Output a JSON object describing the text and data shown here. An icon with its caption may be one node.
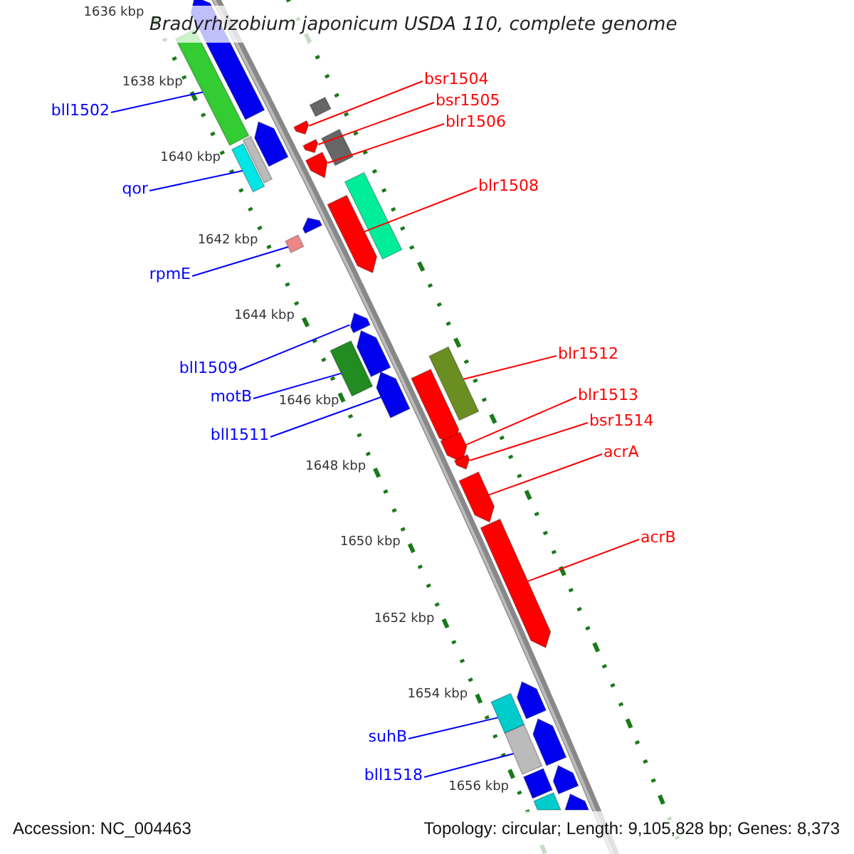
{
  "diagram": {
    "title": "Bradyrhizobium japonicum USDA 110, complete genome",
    "nodes": [
      {
        "text": [
          "bll1502"
        ]
      },
      {
        "text": [
          "qor"
        ]
      },
      {
        "text": [
          "rpmE"
        ]
      },
      {
        "text": [
          "bll1509"
        ]
      },
      {
        "text": [
          "motB"
        ]
      },
      {
        "text": [
          "bll1511"
        ]
      },
      {
        "text": [
          "suhB"
        ]
      },
      {
        "text": [
          "bll1518"
        ]
      },
      {
        "text": [
          "bsr1504"
        ]
      },
      {
        "text": [
          "bsr1505"
        ]
      },
      {
        "text": [
          "blr1506"
        ]
      },
      {
        "text": [
          "blr1508"
        ]
      },
      {
        "text": [
          "blr1512"
        ]
      },
      {
        "text": [
          "blr1513"
        ]
      },
      {
        "text": [
          "bsr1514"
        ]
      },
      {
        "text": [
          "acrA"
        ]
      },
      {
        "text": [
          "acrB"
        ]
      },
      {
        "text": [],
        "shape": "arrow"
      },
      {
        "text": [],
        "shape": "box"
      },
      {
        "text": [],
        "shape": "arrow"
      },
      {
        "text": [],
        "shape": "box"
      },
      {
        "text": [],
        "shape": "box"
      },
      {
        "text": [],
        "shape": "box"
      },
      {
        "text": [],
        "shape": "arrow"
      },
      {
        "text": [],
        "shape": "arrow"
      },
      {
        "text": [],
        "shape": "box"
      },
      {
        "text": [],
        "shape": "arrow"
      },
      {
        "text": [],
        "shape": "box"
      },
      {
        "text": [],
        "shape": "arrow"
      },
      {
        "text": [],
        "shape": "arrow"
      },
      {
        "text": [],
        "shape": "box"
      },
      {
        "text": [],
        "shape": "arrow"
      },
      {
        "text": [],
        "shape": "arrow"
      },
      {
        "text": [],
        "shape": "box"
      },
      {
        "text": [],
        "shape": "arrow"
      },
      {
        "text": [],
        "shape": "box"
      },
      {
        "text": [],
        "shape": "arrow"
      },
      {
        "text": [],
        "shape": "arrow"
      },
      {
        "text": [],
        "shape": "arrow"
      },
      {
        "text": [],
        "shape": "arrow"
      },
      {
        "text": [],
        "shape": "arrow"
      },
      {
        "text": [],
        "shape": "arrow"
      },
      {
        "text": [],
        "shape": "box"
      },
      {
        "text": [],
        "shape": "arrow"
      },
      {
        "text": [],
        "shape": "box"
      },
      {
        "text": [],
        "shape": "arrow"
      },
      {
        "text": [],
        "shape": "box"
      },
      {
        "text": [],
        "shape": "arrow"
      },
      {
        "text": [],
        "shape": "box"
      }
    ],
    "edges": [
      {
        "from": 0,
        "to": 18,
        "arrow": "none",
        "color": "#0000ff"
      },
      {
        "from": 1,
        "to": 22,
        "arrow": "none",
        "color": "#0000ff"
      },
      {
        "from": 2,
        "to": 30,
        "arrow": "none",
        "color": "#0000ff"
      },
      {
        "from": 3,
        "to": 31,
        "arrow": "none",
        "color": "#0000ff"
      },
      {
        "from": 4,
        "to": 33,
        "arrow": "none",
        "color": "#0000ff"
      },
      {
        "from": 5,
        "to": 34,
        "arrow": "none",
        "color": "#0000ff"
      },
      {
        "from": 6,
        "to": 42,
        "arrow": "none",
        "color": "#0000ff"
      },
      {
        "from": 7,
        "to": 44,
        "arrow": "none",
        "color": "#0000ff"
      },
      {
        "from": 8,
        "to": 23,
        "arrow": "none"
      },
      {
        "from": 9,
        "to": 24,
        "arrow": "none"
      },
      {
        "from": 10,
        "to": 26,
        "arrow": "none"
      },
      {
        "from": 11,
        "to": 28,
        "arrow": "none"
      },
      {
        "from": 12,
        "to": 35,
        "arrow": "none"
      },
      {
        "from": 13,
        "to": 37,
        "arrow": "none"
      },
      {
        "from": 14,
        "to": 38,
        "arrow": "none"
      },
      {
        "from": 15,
        "to": 39,
        "arrow": "none"
      },
      {
        "from": 16,
        "to": 40,
        "arrow": "none"
      }
    ],
    "labels": [
      "1636 kbp",
      "1638 kbp",
      "1640 kbp",
      "1642 kbp",
      "1644 kbp",
      "1646 kbp",
      "1648 kbp",
      "1650 kbp",
      "1652 kbp",
      "1654 kbp",
      "1656 kbp",
      "Accession: NC_004463",
      "Topology: circular; Length: 9,105,828 bp; Genes: 8,373"
    ]
  }
}
